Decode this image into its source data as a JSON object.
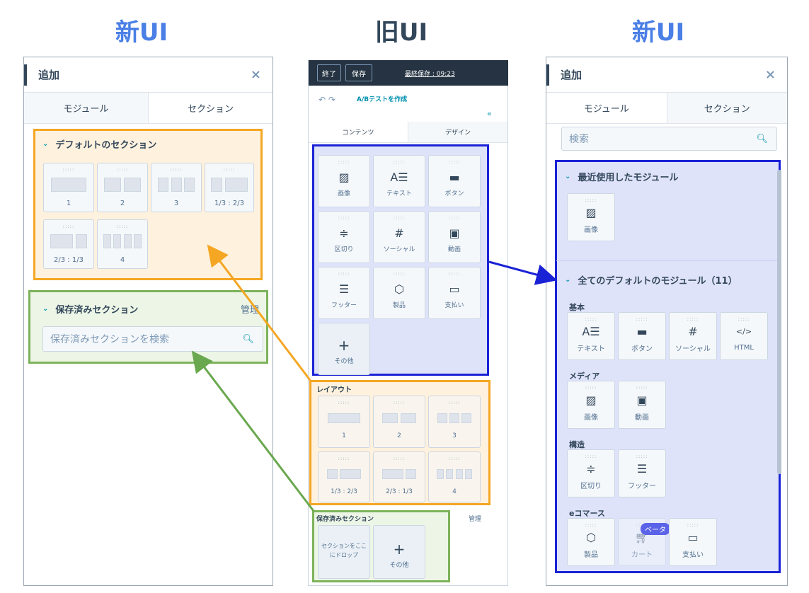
{
  "headings": {
    "left": "新UI",
    "middle": "旧UI",
    "right": "新UI"
  },
  "colors": {
    "accent": "#4a7fe6",
    "orange": "#f5a623",
    "green": "#7cb35b",
    "blue": "#1a22d6"
  },
  "left": {
    "title": "追加",
    "close": "×",
    "tabs": [
      "モジュール",
      "セクション"
    ],
    "default_title": "デフォルトのセクション",
    "layouts": [
      "1",
      "2",
      "3",
      "1/3 : 2/3",
      "2/3 : 1/3",
      "4"
    ],
    "saved_title": "保存済みセクション",
    "manage": "管理",
    "search_placeholder": "保存済みセクションを検索"
  },
  "old": {
    "buttons": [
      "終了",
      "保存"
    ],
    "last_saved": "最終保存 : 09:23",
    "ab": "A/Bテストを作成",
    "tabs": [
      "コンテンツ",
      "デザイン"
    ],
    "modules": [
      "画像",
      "テキスト",
      "ボタン",
      "区切り",
      "ソーシャル",
      "動画",
      "フッター",
      "製品",
      "支払い",
      "その他"
    ],
    "layout_title": "レイアウト",
    "layouts": [
      "1",
      "2",
      "3",
      "1/3 : 2/3",
      "2/3 : 1/3",
      "4"
    ],
    "saved_title": "保存済みセクション",
    "manage": "管理",
    "drop": "セクションをここにドロップ",
    "other": "その他"
  },
  "right": {
    "title": "追加",
    "close": "×",
    "tabs": [
      "モジュール",
      "セクション"
    ],
    "search_placeholder": "検索",
    "recent_title": "最近使用したモジュール",
    "recent": [
      "画像"
    ],
    "all_title": "全てのデフォルトのモジュール（11）",
    "groups": {
      "basic": "基本",
      "basic_items": [
        "テキスト",
        "ボタン",
        "ソーシャル",
        "HTML"
      ],
      "media": "メディア",
      "media_items": [
        "画像",
        "動画"
      ],
      "structure": "構造",
      "structure_items": [
        "区切り",
        "フッター"
      ],
      "ecom": "eコマース",
      "ecom_items": [
        "製品",
        "カート",
        "支払い"
      ]
    },
    "beta": "ベータ"
  }
}
